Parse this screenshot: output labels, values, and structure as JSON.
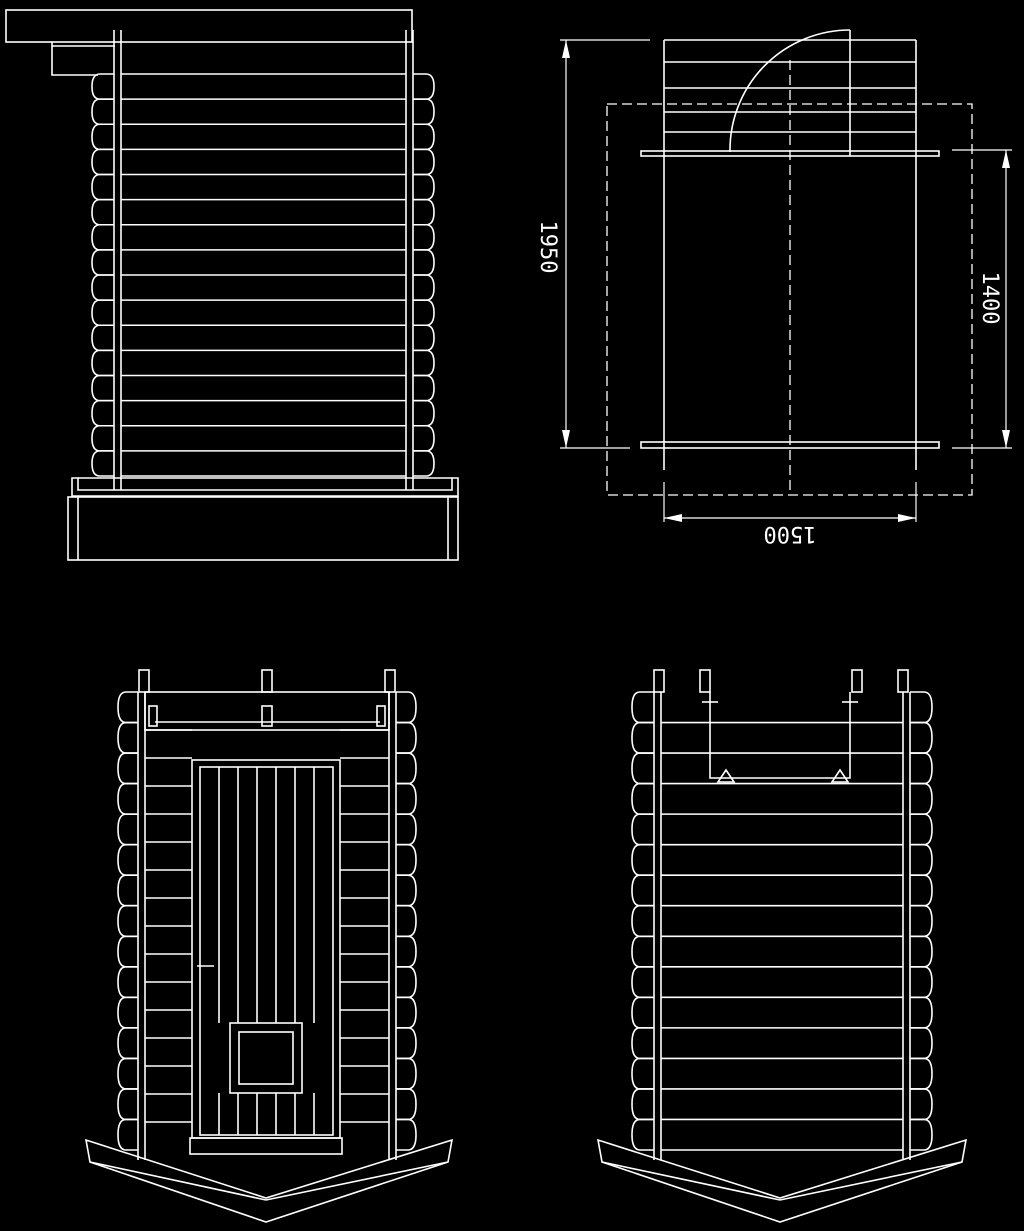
{
  "drawing": {
    "background": "#000000",
    "line_color": "#ffffff",
    "views": {
      "side_elevation": {
        "log_courses": 16
      },
      "plan_view": {
        "dimensions": {
          "overall_length": "1950",
          "inner_length": "1400",
          "width": "1500"
        }
      },
      "front_elevation": {
        "log_courses": 15,
        "door_planks": 7
      },
      "rear_elevation": {
        "log_courses": 15
      }
    }
  }
}
